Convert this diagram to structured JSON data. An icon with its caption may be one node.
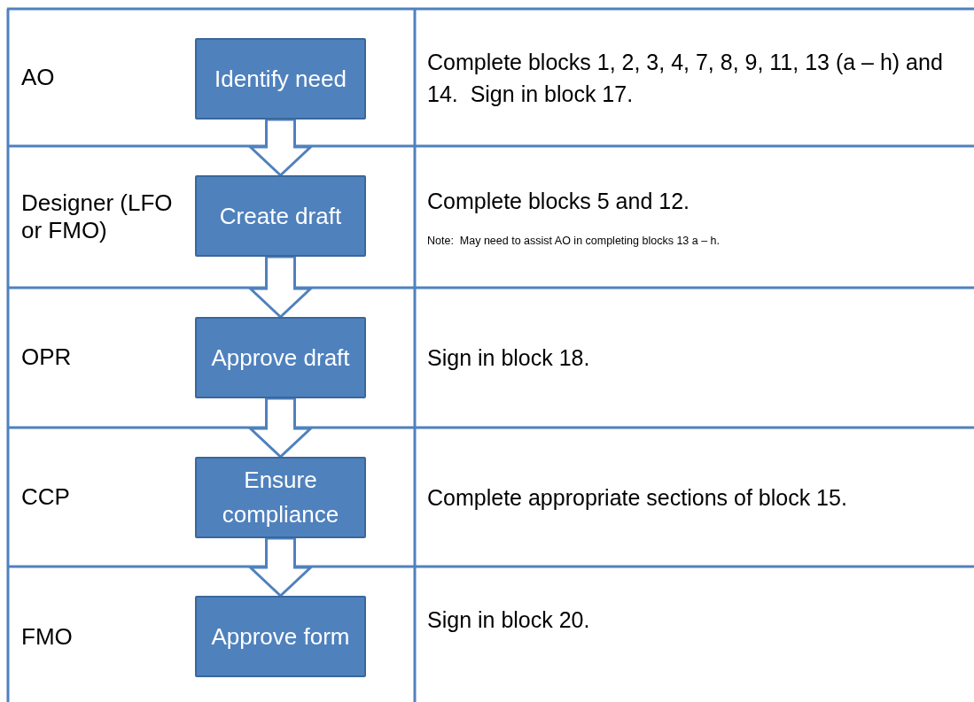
{
  "diagram": {
    "nodes": [
      {
        "text": [
          "AO"
        ]
      },
      {
        "text": [
          "Identify need"
        ],
        "in": 0
      },
      {
        "text": [
          "Designer (LFO or FMO)"
        ]
      },
      {
        "text": [
          "Create draft"
        ],
        "in": 2
      },
      {
        "text": [
          "OPR"
        ]
      },
      {
        "text": [
          "Approve draft"
        ],
        "in": 4
      },
      {
        "text": [
          "CCP"
        ]
      },
      {
        "text": [
          "Ensure compliance"
        ],
        "in": 6
      },
      {
        "text": [
          "FMO"
        ]
      },
      {
        "text": [
          "Approve form"
        ],
        "in": 8
      }
    ],
    "edges": [
      {
        "from": 1,
        "to": 3,
        "arrow": "to"
      },
      {
        "from": 3,
        "to": 5,
        "arrow": "to"
      },
      {
        "from": 5,
        "to": 7,
        "arrow": "to"
      },
      {
        "from": 7,
        "to": 9,
        "arrow": "to"
      }
    ],
    "labels": [
      "Complete blocks 1, 2, 3, 4, 7, 8, 9, 11, 13 (a – h) and 14.  Sign in block 17.",
      "Complete blocks 5 and 12.",
      "Note:  May need to assist AO in completing blocks 13 a – h.",
      "Sign in block 18.",
      "Complete appropriate sections of block 15.",
      "Sign in block 20."
    ]
  }
}
